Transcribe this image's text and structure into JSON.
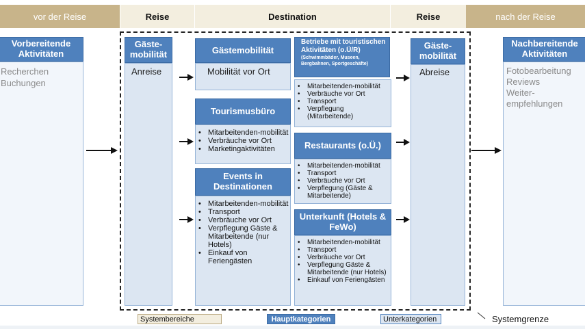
{
  "phases": {
    "before": "vor der Reise",
    "reise1": "Reise",
    "destination": "Destination",
    "reise2": "Reise",
    "after": "nach der Reise"
  },
  "left_panel": {
    "title": "Vorbereitende Aktivitäten",
    "items": [
      "Recherchen",
      "Buchungen"
    ]
  },
  "right_panel": {
    "title": "Nachbereitende Aktivitäten",
    "items": [
      "Fotobearbeitung",
      "Reviews",
      "Weiter-empfehlungen"
    ]
  },
  "travel_in": {
    "title": "Gäste-mobilität",
    "label": "Anreise"
  },
  "travel_out": {
    "title": "Gäste-mobilität",
    "label": "Abreise"
  },
  "local_mobility": {
    "title": "Gästemobilität",
    "label": "Mobilität vor Ort"
  },
  "tourismusbuero": {
    "title": "Tourismusbüro",
    "items": [
      "Mitarbeitenden-mobilität",
      "Verbräuche vor Ort",
      "Marketingaktivitäten"
    ]
  },
  "events": {
    "title": "Events in Destinationen",
    "items": [
      "Mitarbeitenden-mobilität",
      "Transport",
      "Verbräuche vor Ort",
      "Verpflegung Gäste & Mitarbeitende (nur Hotels)",
      "Einkauf von Feriengästen"
    ]
  },
  "betriebe": {
    "title": "Betriebe mit touristischen Aktivitäten (o.Ü/R)",
    "subtitle": "(Schwimmbäder, Museen, Bergbahnen, Sportgeschäfte)",
    "items": [
      "Mitarbeitenden-mobilität",
      "Verbräuche vor Ort",
      "Transport",
      "Verpflegung (Mitarbeitende)"
    ]
  },
  "restaurants": {
    "title": "Restaurants (o.Ü.)",
    "items": [
      "Mitarbeitenden-mobilität",
      "Transport",
      "Verbräuche vor Ort",
      "Verpflegung (Gäste & Mitarbeitende)"
    ]
  },
  "unterkunft": {
    "title": "Unterkunft (Hotels & FeWo)",
    "items": [
      "Mitarbeitenden-mobilität",
      "Transport",
      "Verbräuche vor Ort",
      "Verpflegung Gäste & Mitarbeitende (nur Hotels)",
      "Einkauf von Feriengästen"
    ]
  },
  "legend": {
    "systembereiche": "Systembereiche",
    "hauptkategorien": "Hauptkategorien",
    "unterkategorien": "Unterkategorien",
    "systemgrenze": "Systemgrenze"
  },
  "colors": {
    "phase_outer": "#c8b48a",
    "phase_inner": "#f3eedf",
    "main_category": "#4f81bd",
    "sub_category": "#dce6f2"
  }
}
